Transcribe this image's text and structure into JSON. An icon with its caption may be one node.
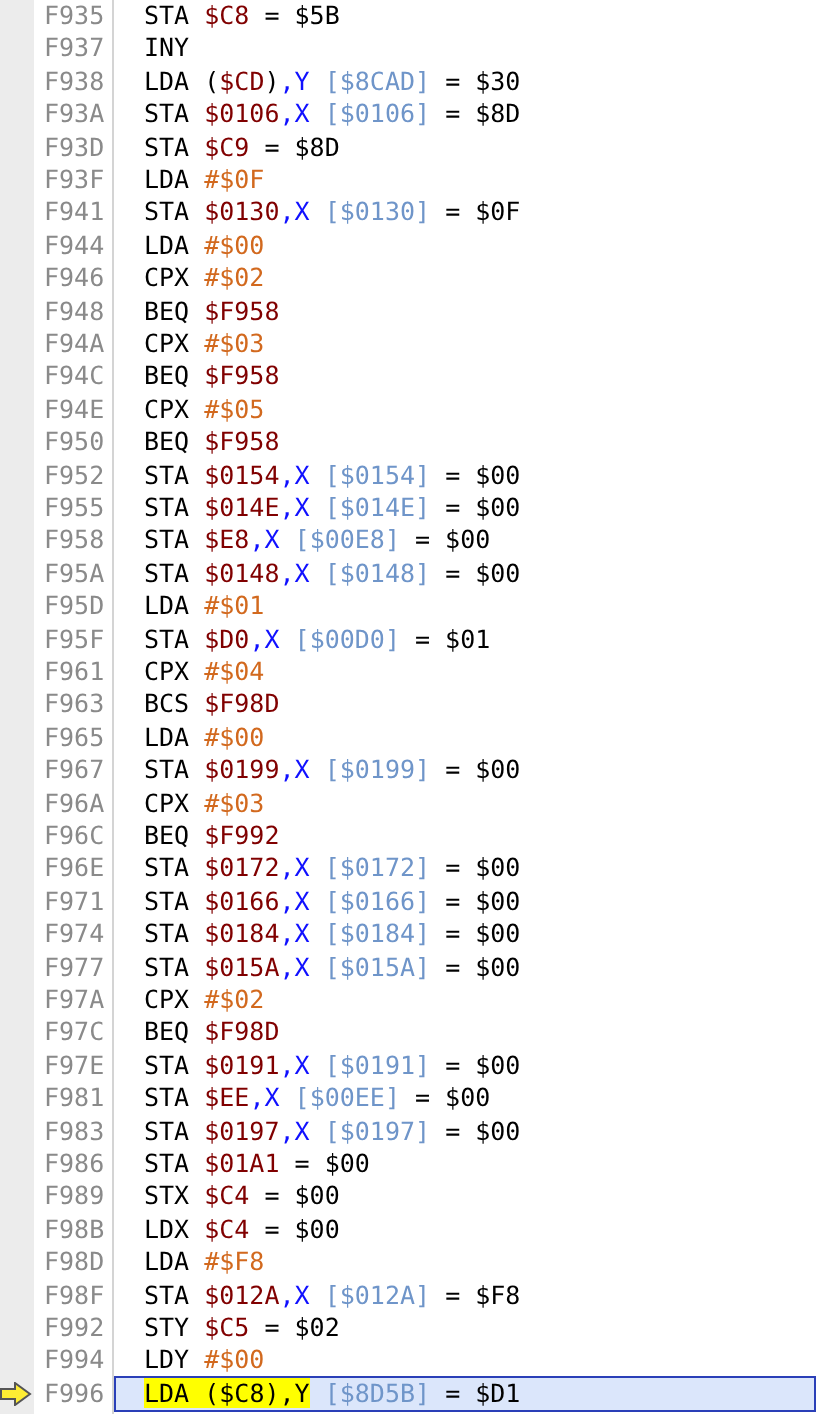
{
  "diagram": {
    "labels": [
      "F935",
      "STA $C8 = $5B",
      "F937",
      "INY",
      "F938",
      "LDA ($CD),Y [$8CAD] = $30",
      "F93A",
      "STA $0106,X [$0106] = $8D",
      "F93D",
      "STA $C9 = $8D",
      "F93F",
      "LDA #$0F",
      "F941",
      "STA $0130,X [$0130] = $0F",
      "F944",
      "LDA #$00",
      "F946",
      "CPX #$02",
      "F948",
      "BEQ $F958",
      "F94A",
      "CPX #$03",
      "F94C",
      "BEQ $F958",
      "F94E",
      "CPX #$05",
      "F950",
      "BEQ $F958",
      "F952",
      "STA $0154,X [$0154] = $00",
      "F955",
      "STA $014E,X [$014E] = $00",
      "F958",
      "STA $E8,X [$00E8] = $00",
      "F95A",
      "STA $0148,X [$0148] = $00",
      "F95D",
      "LDA #$01",
      "F95F",
      "STA $D0,X [$00D0] = $01",
      "F961",
      "CPX #$04",
      "F963",
      "BCS $F98D",
      "F965",
      "LDA #$00",
      "F967",
      "STA $0199,X [$0199] = $00",
      "F96A",
      "CPX #$03",
      "F96C",
      "BEQ $F992",
      "F96E",
      "STA $0172,X [$0172] = $00",
      "F971",
      "STA $0166,X [$0166] = $00",
      "F974",
      "STA $0184,X [$0184] = $00",
      "F977",
      "STA $015A,X [$015A] = $00",
      "F97A",
      "CPX #$02",
      "F97C",
      "BEQ $F98D",
      "F97E",
      "STA $0191,X [$0191] = $00",
      "F981",
      "STA $EE,X [$00EE] = $00",
      "F983",
      "STA $0197,X [$0197] = $00",
      "F986",
      "STA $01A1 = $00",
      "F989",
      "STX $C4 = $00",
      "F98B",
      "LDX $C4 = $00",
      "F98D",
      "LDA #$F8",
      "F98F",
      "STA $012A,X [$012A] = $F8",
      "F992",
      "STY $C5 = $02",
      "F994",
      "LDY #$00",
      "F996",
      "LDA ($C8),Y [$8D5B] = $D1"
    ]
  }
}
